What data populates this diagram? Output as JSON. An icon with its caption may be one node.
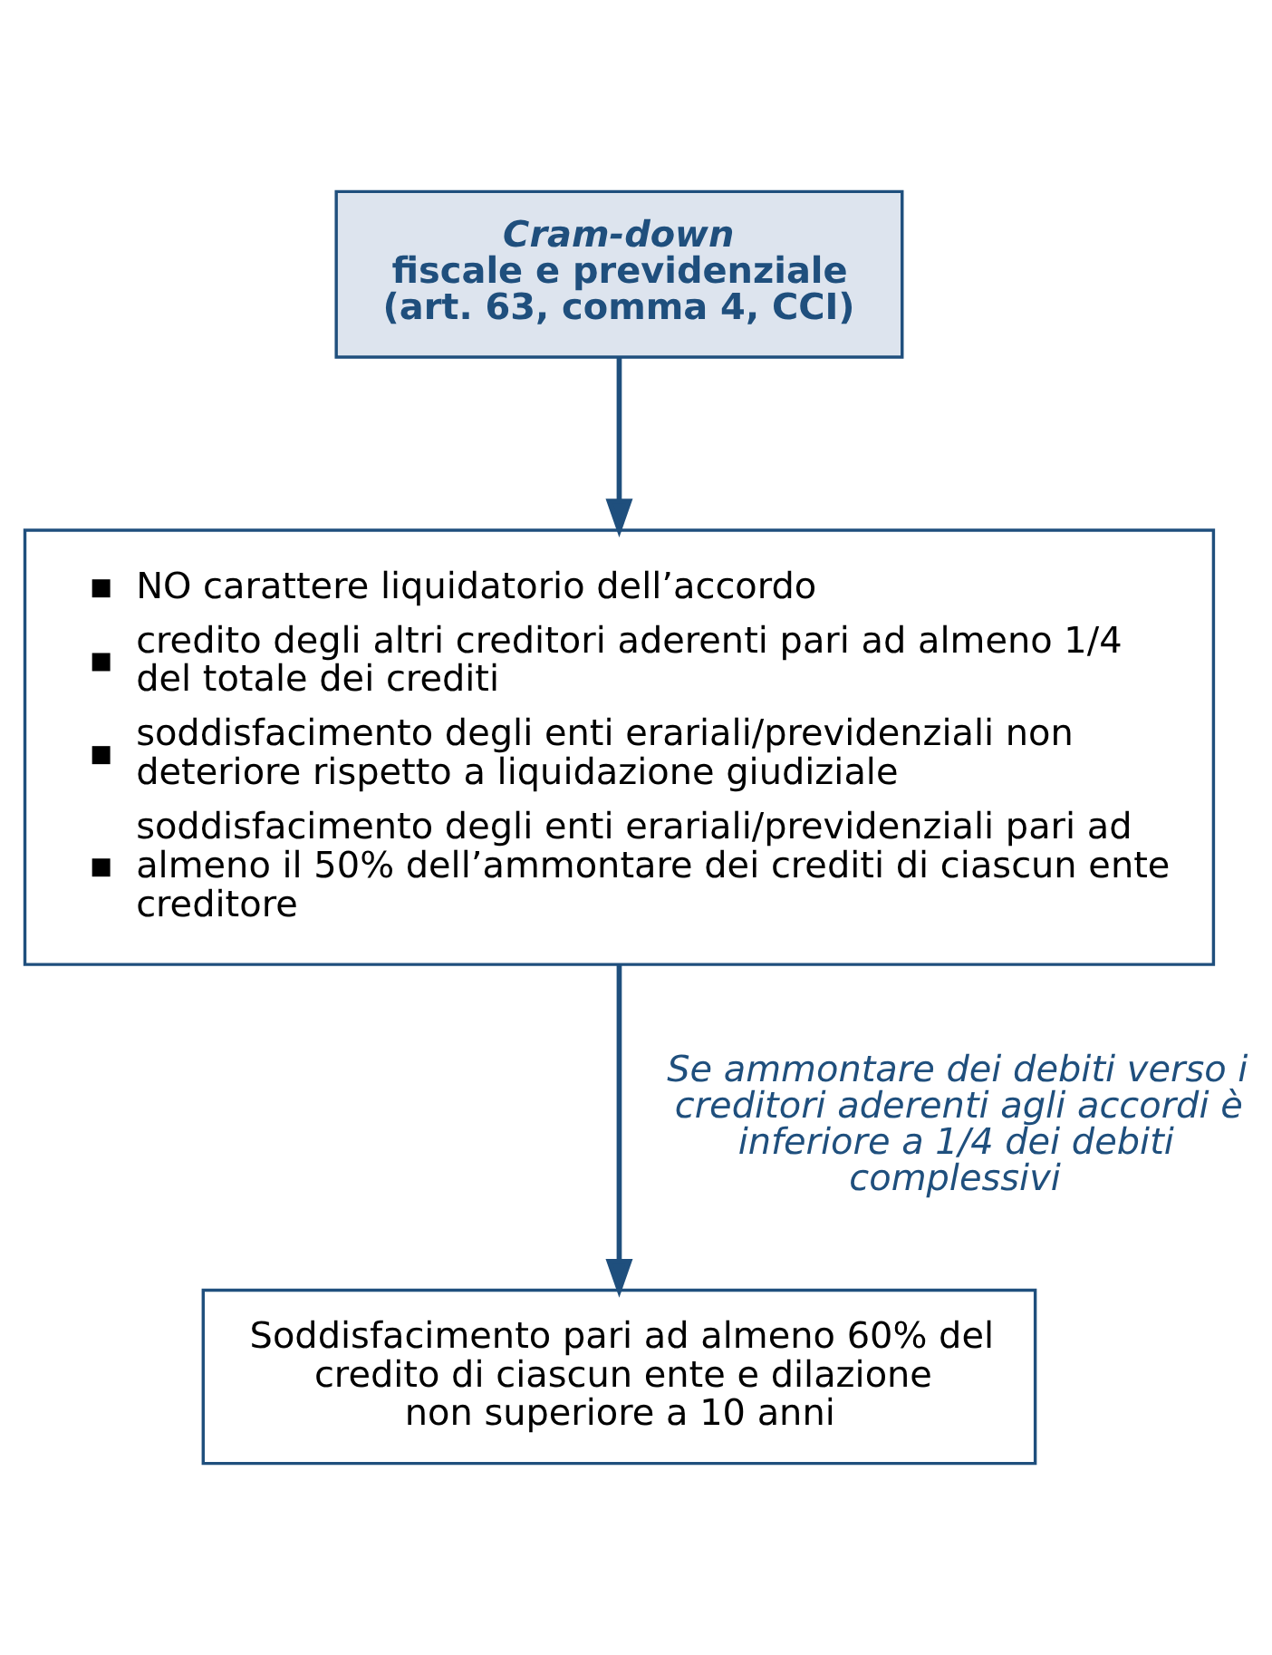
{
  "diagram": {
    "nodes": [
      {
        "text": [
          "Cram-down",
          "fiscale e previdenziale (art. 63, comma 4, CCI)"
        ]
      },
      {
        "text": [
          "NO carattere liquidatorio dell’accordo",
          "credito degli altri creditori aderenti pari ad almeno 1/4 del totale dei crediti",
          "soddisfacimento degli enti erariali/previdenziali non deteriore rispetto a liquidazione giudiziale",
          "soddisfacimento degli enti erariali/previdenziali pari ad almeno il 50% dell’ammontare dei crediti di ciascun ente creditore"
        ]
      },
      {
        "text": [
          "Soddisfacimento pari ad almeno 60% del credito di ciascun ente e dilazione non superiore a 10 anni"
        ]
      }
    ],
    "edges": [
      {
        "from": 0,
        "to": 1,
        "arrow": "to"
      },
      {
        "from": 1,
        "to": 2,
        "arrow": "to",
        "label": "Se ammontare dei debiti verso i creditori aderenti agli accordi è inferiore a 1/4 dei debiti complessivi"
      }
    ]
  }
}
